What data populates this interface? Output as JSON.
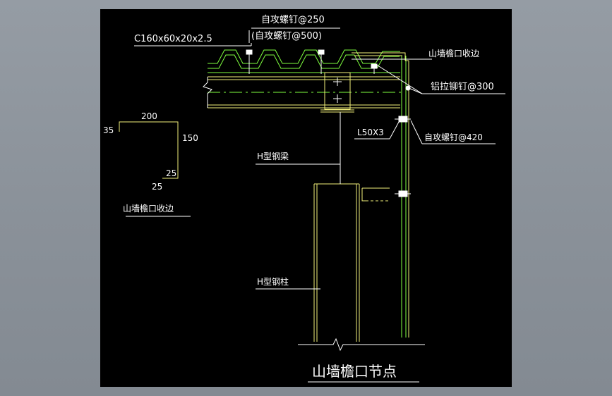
{
  "drawing": {
    "title": "山墙檐口节点",
    "labels": {
      "screw_250": "自攻螺钉@250",
      "screw_500": "(自攻螺钉@500)",
      "purlin": "C160x60x20x2.5",
      "gable_trim_right": "山墙檐口收边",
      "rivet": "铝拉铆钉@300",
      "angle": "L50X3",
      "screw_420": "自攻螺钉@420",
      "beam": "H型钢梁",
      "column": "H型钢柱",
      "detail_caption": "山墙檐口收边"
    },
    "dimensions": {
      "d200": "200",
      "d35": "35",
      "d150": "150",
      "d25a": "25",
      "d25b": "25"
    }
  },
  "colors": {
    "background": "#000000",
    "outer_frame": "#8d949c",
    "green_line": "#7fff3f",
    "yellow_line": "#f2f07a",
    "white_line": "#ffffff"
  }
}
